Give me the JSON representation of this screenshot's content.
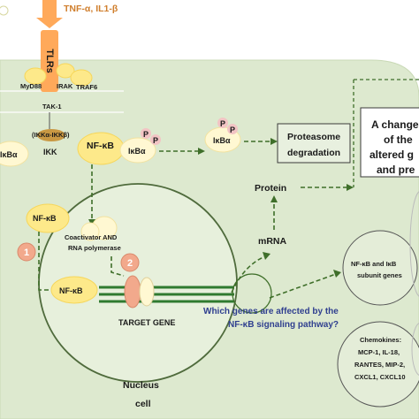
{
  "ligand": "TNF-α, IL1-β",
  "receptor": "TLRs",
  "adaptors": {
    "myd88": "MyD88",
    "irak": "IRAK",
    "traf6": "TRAF6",
    "tak1": "TAK-1"
  },
  "left_ikba": "IκBα",
  "ikk_complex": "(IKKα-IKKβ)",
  "ikk": "IKK",
  "nfkb": "NF-κB",
  "ikba": "IκBα",
  "phospho": "P",
  "proteasome": {
    "line1": "Proteasome",
    "line2": "degradation"
  },
  "protein": "Protein",
  "mrna": "mRNA",
  "change_box": {
    "line1": "A change",
    "line2": "of the",
    "line3": "altered g",
    "line4": "and pre"
  },
  "coactivator": {
    "line1": "Coactivator AND",
    "line2": "RNA polymerase"
  },
  "step1": "1",
  "step2": "2",
  "target_gene": "TARGET GENE",
  "question": {
    "line1": "Which genes are affected by the",
    "line2": "NF-κB signaling pathway?"
  },
  "subunit_genes": {
    "line1": "NF-κB and IκB",
    "line2": "subunit genes"
  },
  "chemokines": {
    "title": "Chemokines:",
    "line1": "MCP-1, IL-18,",
    "line2": "RANTES, MIP-2,",
    "line3": "CXCL1, CXCL10"
  },
  "nucleus": "Nucleus",
  "cell": "cell",
  "colors": {
    "cell_fill": "#dde9cf",
    "arrow": "#3f6f2a",
    "blob": "#fde98a",
    "ligand": "#d07f2e",
    "step_badge": "#f2a98c",
    "receptor": "#ffa95a"
  }
}
